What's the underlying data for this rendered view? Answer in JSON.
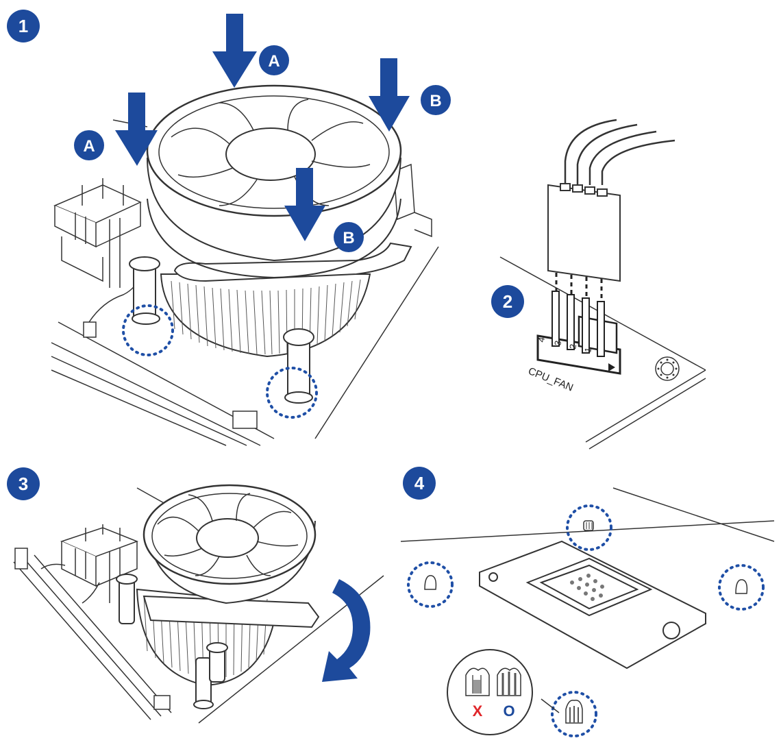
{
  "steps": {
    "step1": "1",
    "step2": "2",
    "step3": "3",
    "step4": "4"
  },
  "callouts": {
    "a_top": "A",
    "a_left": "A",
    "b_top": "B",
    "b_mid": "B"
  },
  "connector": {
    "header_label": "CPU_FAN",
    "pins": [
      "4",
      "3",
      "2",
      "1"
    ]
  },
  "pushpin_check": {
    "wrong": "X",
    "right": "O"
  },
  "colors": {
    "accent_blue": "#1d4a9c",
    "dot_blue": "#1f4fa6",
    "wrong_red": "#e0262a",
    "line": "#333333"
  },
  "icons": {
    "down_arrow": "down-arrow-icon",
    "rotate_arrow": "rotate-clockwise-icon"
  }
}
